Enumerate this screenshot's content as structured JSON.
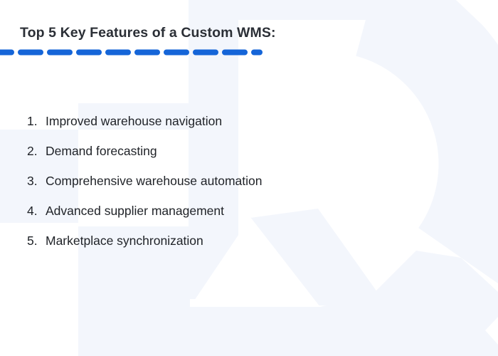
{
  "meta": {
    "kind": "static-infographic-slide"
  },
  "colors": {
    "background": "#ffffff",
    "watermark": "#f3f6fc",
    "accent_blue": "#1565d8",
    "title_text": "#2b2f36",
    "list_text": "#1f2227"
  },
  "header": {
    "title": "Top 5 Key Features of a Custom WMS:"
  },
  "list": {
    "items": [
      {
        "num": "1.",
        "label": "Improved warehouse navigation"
      },
      {
        "num": "2.",
        "label": "Demand forecasting"
      },
      {
        "num": "3.",
        "label": "Comprehensive warehouse automation"
      },
      {
        "num": "4.",
        "label": "Advanced supplier management"
      },
      {
        "num": "5.",
        "label": "Marketplace synchronization"
      }
    ]
  },
  "watermark": {
    "icon": "abstract-r-logo-watermark"
  }
}
